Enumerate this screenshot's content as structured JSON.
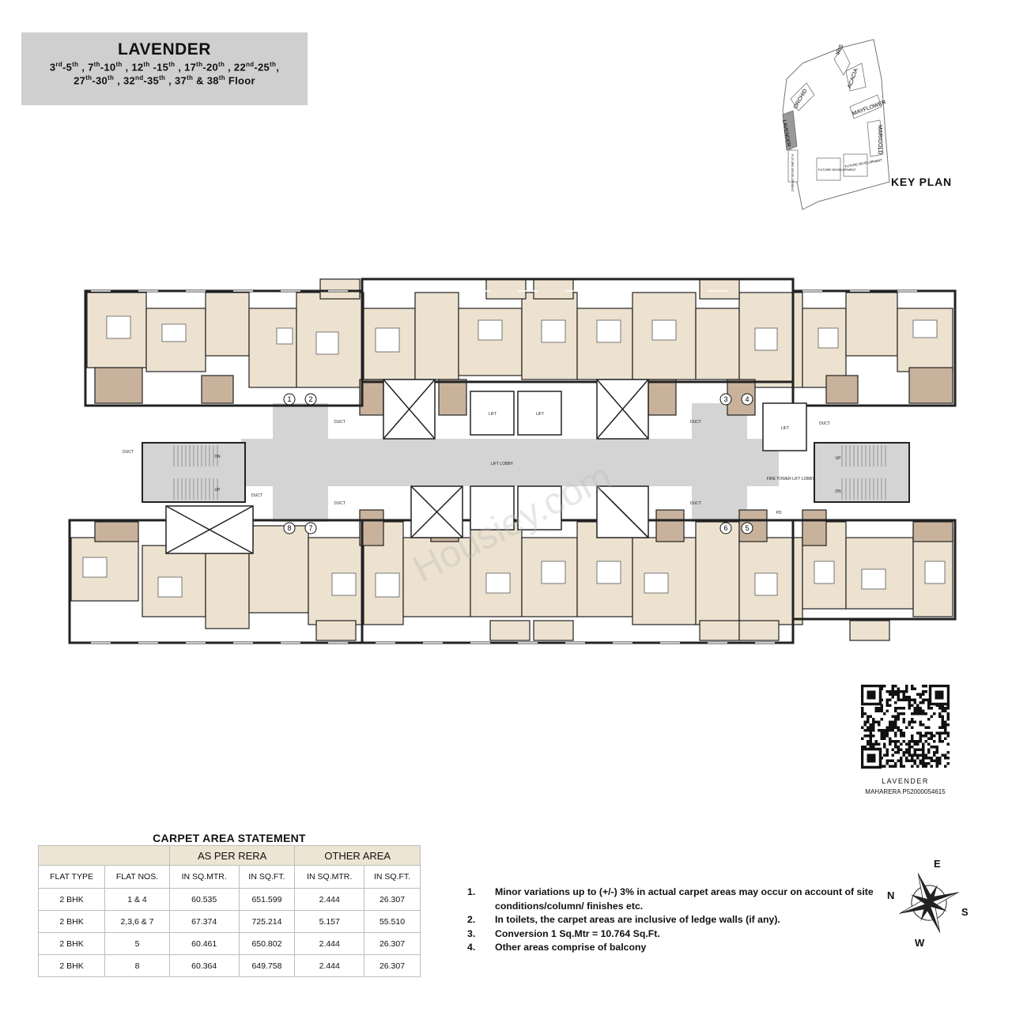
{
  "header": {
    "title": "LAVENDER",
    "floors_line1": [
      {
        "base": "3",
        "sup": "rd"
      },
      {
        "text": "-"
      },
      {
        "base": "5",
        "sup": "th"
      },
      {
        "text": " , "
      },
      {
        "base": "7",
        "sup": "th"
      },
      {
        "text": "-"
      },
      {
        "base": "10",
        "sup": "th"
      },
      {
        "text": " , "
      },
      {
        "base": "12",
        "sup": "th"
      },
      {
        "text": " -"
      },
      {
        "base": "15",
        "sup": "th"
      },
      {
        "text": " , "
      },
      {
        "base": "17",
        "sup": "th"
      },
      {
        "text": "-"
      },
      {
        "base": "20",
        "sup": "th"
      },
      {
        "text": " , "
      },
      {
        "base": "22",
        "sup": "nd"
      },
      {
        "text": "-"
      },
      {
        "base": "25",
        "sup": "th"
      },
      {
        "text": ","
      }
    ],
    "floors_line2": [
      {
        "base": "27",
        "sup": "th"
      },
      {
        "text": "-"
      },
      {
        "base": "30",
        "sup": "th"
      },
      {
        "text": " , "
      },
      {
        "base": "32",
        "sup": "nd"
      },
      {
        "text": "-"
      },
      {
        "base": "35",
        "sup": "th"
      },
      {
        "text": " , "
      },
      {
        "base": "37",
        "sup": "th"
      },
      {
        "text": " & "
      },
      {
        "base": "38",
        "sup": "th"
      },
      {
        "text": " Floor"
      }
    ]
  },
  "key_plan": {
    "label": "KEY PLAN",
    "buildings": [
      "IRIS",
      "ORCHID",
      "ACACIA",
      "MAYFLOWER",
      "MARIGOLD",
      "LAVENDER",
      "FUTURE DEVELOPMENT",
      "FUTURE DEVELOPMENT",
      "FUTURE DEVELOPMENT"
    ]
  },
  "floor_plan": {
    "lift_lobby": "LIFT LOBBY",
    "fire_lobby": "FIRE TOWER LIFT LOBBY",
    "lift": "LIFT",
    "duct": "DUCT",
    "up": "UP",
    "dn": "DN",
    "pd": "PD",
    "flat_numbers": [
      "1",
      "2",
      "3",
      "4",
      "5",
      "6",
      "7",
      "8"
    ],
    "watermark": "Housiey.com",
    "room_colors": {
      "room": "#ece2cf",
      "wet": "#c9b29c",
      "core": "#d4d4d4",
      "wall": "#222222"
    }
  },
  "qr": {
    "name": "LAVENDER",
    "rera": "MAHARERA P52000054615"
  },
  "carpet_table": {
    "title": "CARPET AREA STATEMENT",
    "group_headers": [
      "AS PER RERA",
      "OTHER AREA"
    ],
    "columns": [
      "FLAT TYPE",
      "FLAT NOS.",
      "IN SQ.MTR.",
      "IN SQ.FT.",
      "IN SQ.MTR.",
      "IN SQ.FT."
    ],
    "rows": [
      [
        "2 BHK",
        "1 & 4",
        "60.535",
        "651.599",
        "2.444",
        "26.307"
      ],
      [
        "2 BHK",
        "2,3,6 & 7",
        "67.374",
        "725.214",
        "5.157",
        "55.510"
      ],
      [
        "2 BHK",
        "5",
        "60.461",
        "650.802",
        "2.444",
        "26.307"
      ],
      [
        "2 BHK",
        "8",
        "60.364",
        "649.758",
        "2.444",
        "26.307"
      ]
    ]
  },
  "notes": [
    {
      "num": "1.",
      "text": "Minor variations up to (+/-) 3% in actual carpet areas may occur on account of site conditions/column/ finishes etc."
    },
    {
      "num": "2.",
      "text": "In toilets, the carpet areas are inclusive of ledge walls (if any)."
    },
    {
      "num": "3.",
      "text": "Conversion 1 Sq.Mtr = 10.764 Sq.Ft."
    },
    {
      "num": "4.",
      "text": "Other areas comprise of balcony"
    }
  ],
  "compass": {
    "n": "N",
    "e": "E",
    "s": "S",
    "w": "W"
  }
}
